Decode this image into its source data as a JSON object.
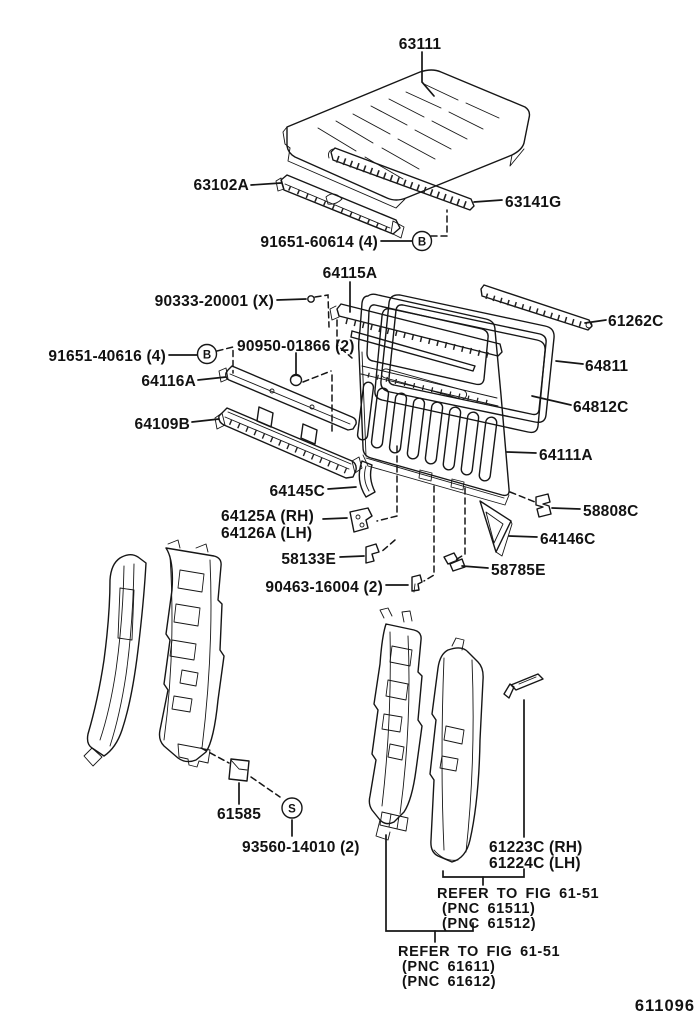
{
  "figure": {
    "title_code": "611096"
  },
  "parts": {
    "p63111": "63111",
    "p63102a": "63102A",
    "p63141g": "63141G",
    "p91651_60614": "91651-60614 (4)",
    "p64115a": "64115A",
    "p90333_20001": "90333-20001 (X)",
    "p61262c": "61262C",
    "p91651_40616": "91651-40616 (4)",
    "p90950_01866": "90950-01866 (2)",
    "p64116a": "64116A",
    "p64811": "64811",
    "p64812c": "64812C",
    "p64109b": "64109B",
    "p64111a": "64111A",
    "p64145c": "64145C",
    "p64125a": "64125A (RH)",
    "p64126a": "64126A (LH)",
    "p58808c": "58808C",
    "p64146c": "64146C",
    "p58133e": "58133E",
    "p58785e": "58785E",
    "p90463_16004": "90463-16004 (2)",
    "p61585": "61585",
    "p93560_14010": "93560-14010 (2)",
    "p61223c": "61223C (RH)",
    "p61224c": "61224C (LH)"
  },
  "symbols": {
    "b": "B",
    "s": "S"
  },
  "notes": {
    "refer_upper": {
      "line1": "REFER TO FIG 61-51",
      "line2": "(PNC 61511)",
      "line3": "(PNC 61512)"
    },
    "refer_lower": {
      "line1": "REFER TO FIG 61-51",
      "line2": "(PNC 61611)",
      "line3": "(PNC 61612)"
    }
  }
}
